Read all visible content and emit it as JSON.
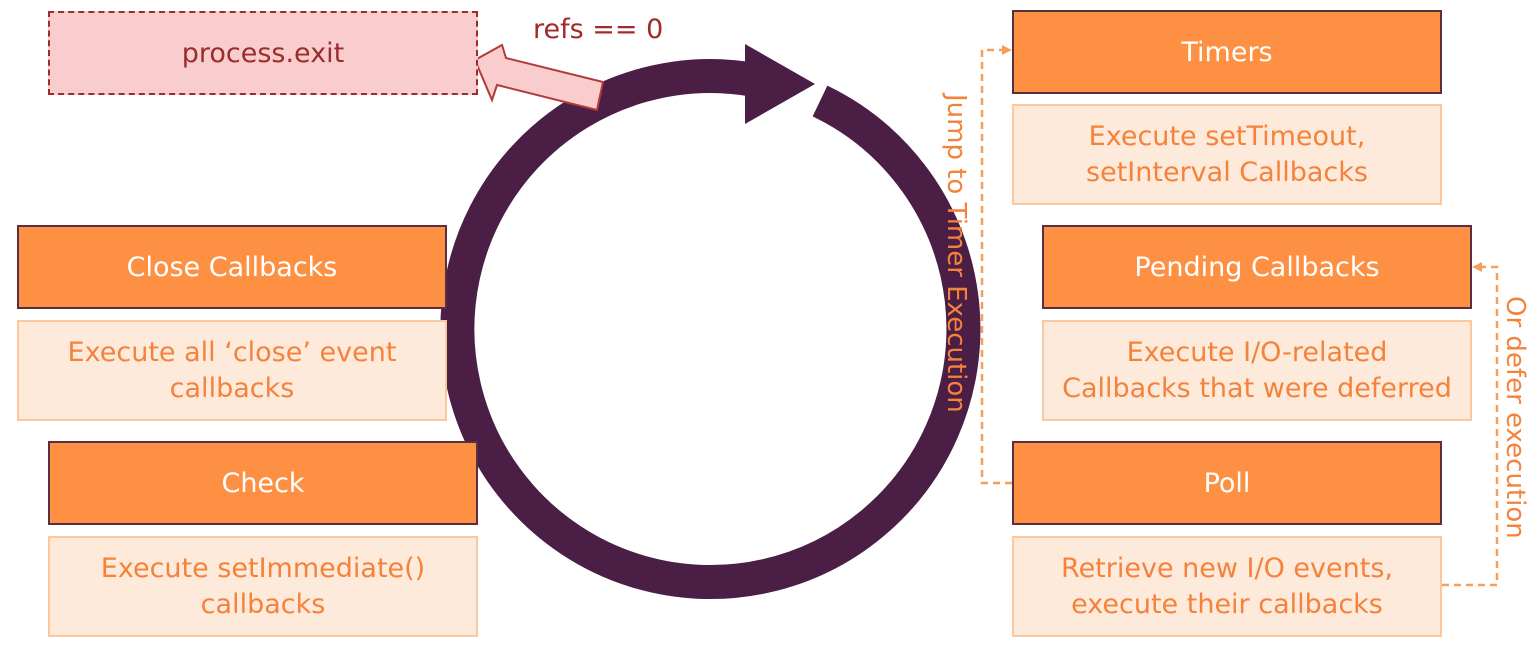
{
  "exit": {
    "label": "process.exit",
    "condition": "refs == 0"
  },
  "phases": {
    "timers": {
      "title": "Timers",
      "description": "Execute setTimeout,\nsetInterval Callbacks"
    },
    "pending": {
      "title": "Pending Callbacks",
      "description": "Execute I/O-related\nCallbacks that were deferred"
    },
    "poll": {
      "title": "Poll",
      "description": "Retrieve new I/O events,\nexecute their callbacks"
    },
    "check": {
      "title": "Check",
      "description": "Execute setImmediate()\ncallbacks"
    },
    "close": {
      "title": "Close Callbacks",
      "description": "Execute all ‘close’ event\ncallbacks"
    }
  },
  "connectors": {
    "jump_to_timer": "Jump to Timer Execution",
    "defer": "Or defer execution"
  },
  "colors": {
    "phase_fill": "#fe9043",
    "phase_border": "#5a3040",
    "desc_fill": "#feeadb",
    "desc_border": "#fcc79c",
    "desc_text": "#f5823b",
    "loop": "#4a1e45",
    "exit_fill": "#f9cdcd",
    "exit_text": "#9b2c2c",
    "dashed_connector": "#f5a05a"
  }
}
